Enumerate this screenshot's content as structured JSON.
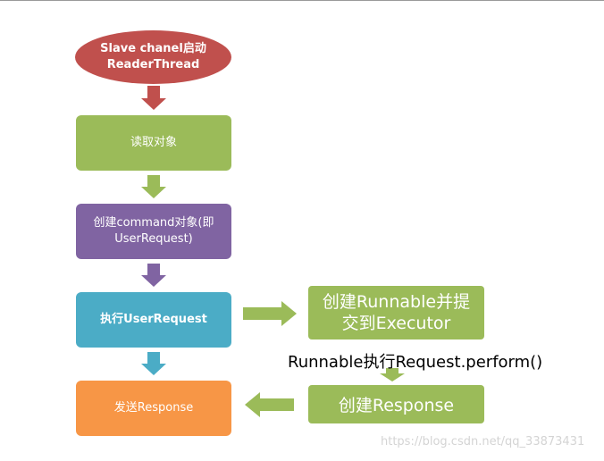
{
  "nodes": {
    "start_line1": "Slave chanel启动",
    "start_line2": "ReaderThread",
    "read_object": "读取对象",
    "create_command_line1": "创建command对象(即",
    "create_command_line2": "UserRequest)",
    "execute": "执行UserRequest",
    "send_response": "发送Response",
    "create_runnable_line1": "创建Runnable并提",
    "create_runnable_line2": "交到Executor",
    "create_response": "创建Response"
  },
  "caption": "Runnable执行Request.perform()",
  "watermark": "https://blog.csdn.net/qq_33873431",
  "colors": {
    "red": "#c0504d",
    "green": "#9bbb59",
    "purple": "#8064a2",
    "blue": "#4bacc6",
    "orange": "#f79646"
  }
}
